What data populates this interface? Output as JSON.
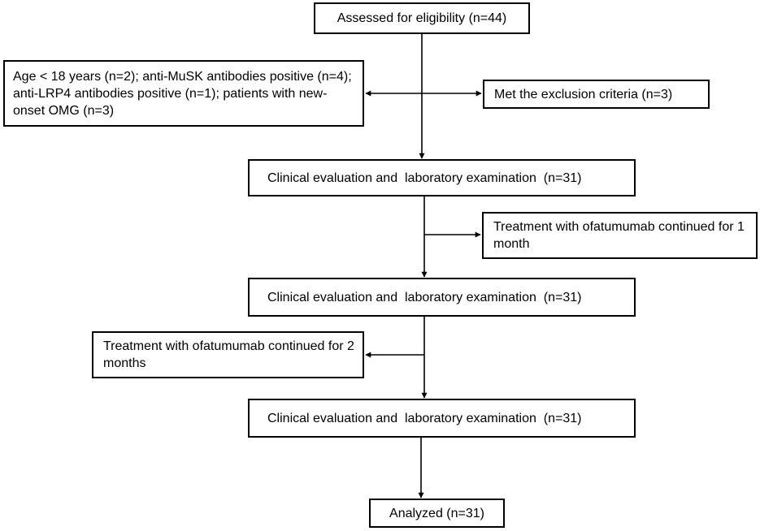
{
  "flowchart": {
    "assessed": "Assessed for eligibility (n=44)",
    "exclusion_details": "Age < 18 years (n=2); anti-MuSK antibodies positive (n=4); anti-LRP4 antibodies positive (n=1); patients with new-onset OMG (n=3)",
    "exclusion": "Met the exclusion criteria (n=3)",
    "evaluation_1": "Clinical evaluation and  laboratory examination  (n=31)",
    "treatment_1": "Treatment with ofatumumab continued for 1 month",
    "evaluation_2": "Clinical evaluation and  laboratory examination  (n=31)",
    "treatment_2": "Treatment with ofatumumab continued for 2 months",
    "evaluation_3": "Clinical evaluation and  laboratory examination  (n=31)",
    "analyzed": "Analyzed (n=31)"
  },
  "colors": {
    "line": "#000000",
    "box_border": "#000000",
    "background": "#ffffff"
  }
}
